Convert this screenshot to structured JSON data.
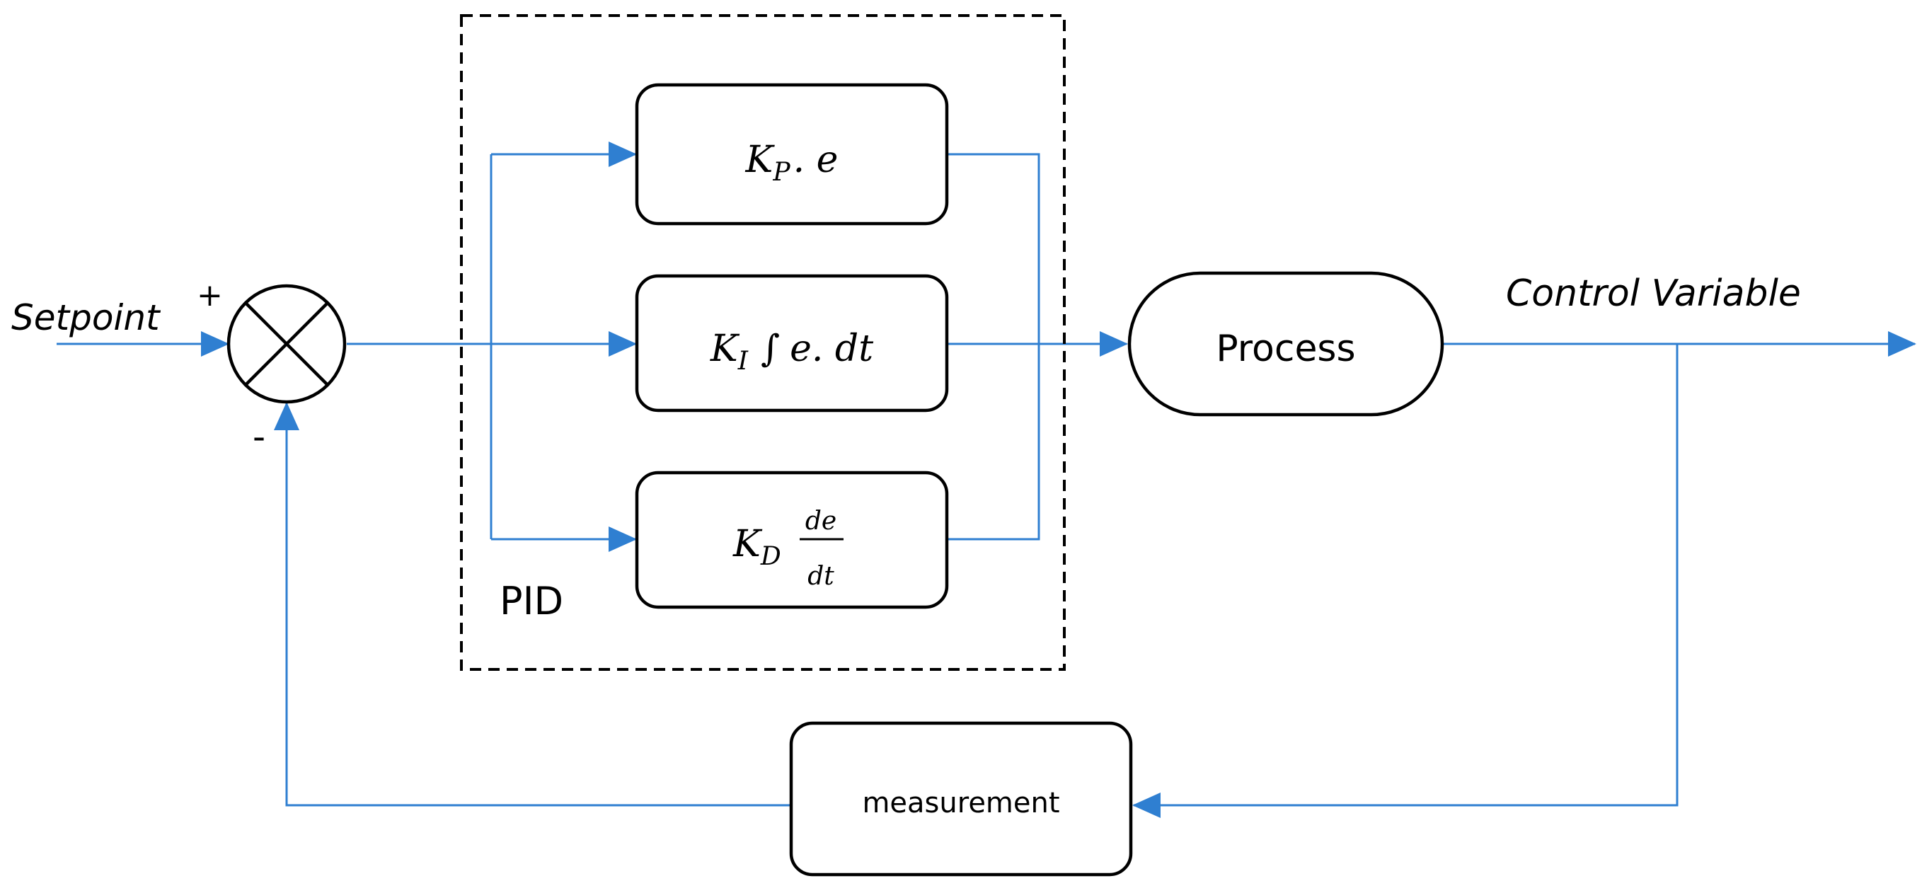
{
  "diagram": {
    "colors": {
      "wire": "#2f7fd1",
      "box_stroke": "#000000"
    },
    "labels": {
      "setpoint": "Setpoint",
      "plus": "+",
      "minus": "-",
      "control_variable": "Control Variable",
      "pid": "PID",
      "process": "Process",
      "measurement": "measurement"
    },
    "terms": {
      "p": {
        "k": "K",
        "sub": "P",
        "rest": ". e"
      },
      "i": {
        "k": "K",
        "sub": "I",
        "integral": "∫",
        "rest": "e. dt"
      },
      "d": {
        "k": "K",
        "sub": "D",
        "num": "de",
        "den": "dt"
      }
    }
  }
}
